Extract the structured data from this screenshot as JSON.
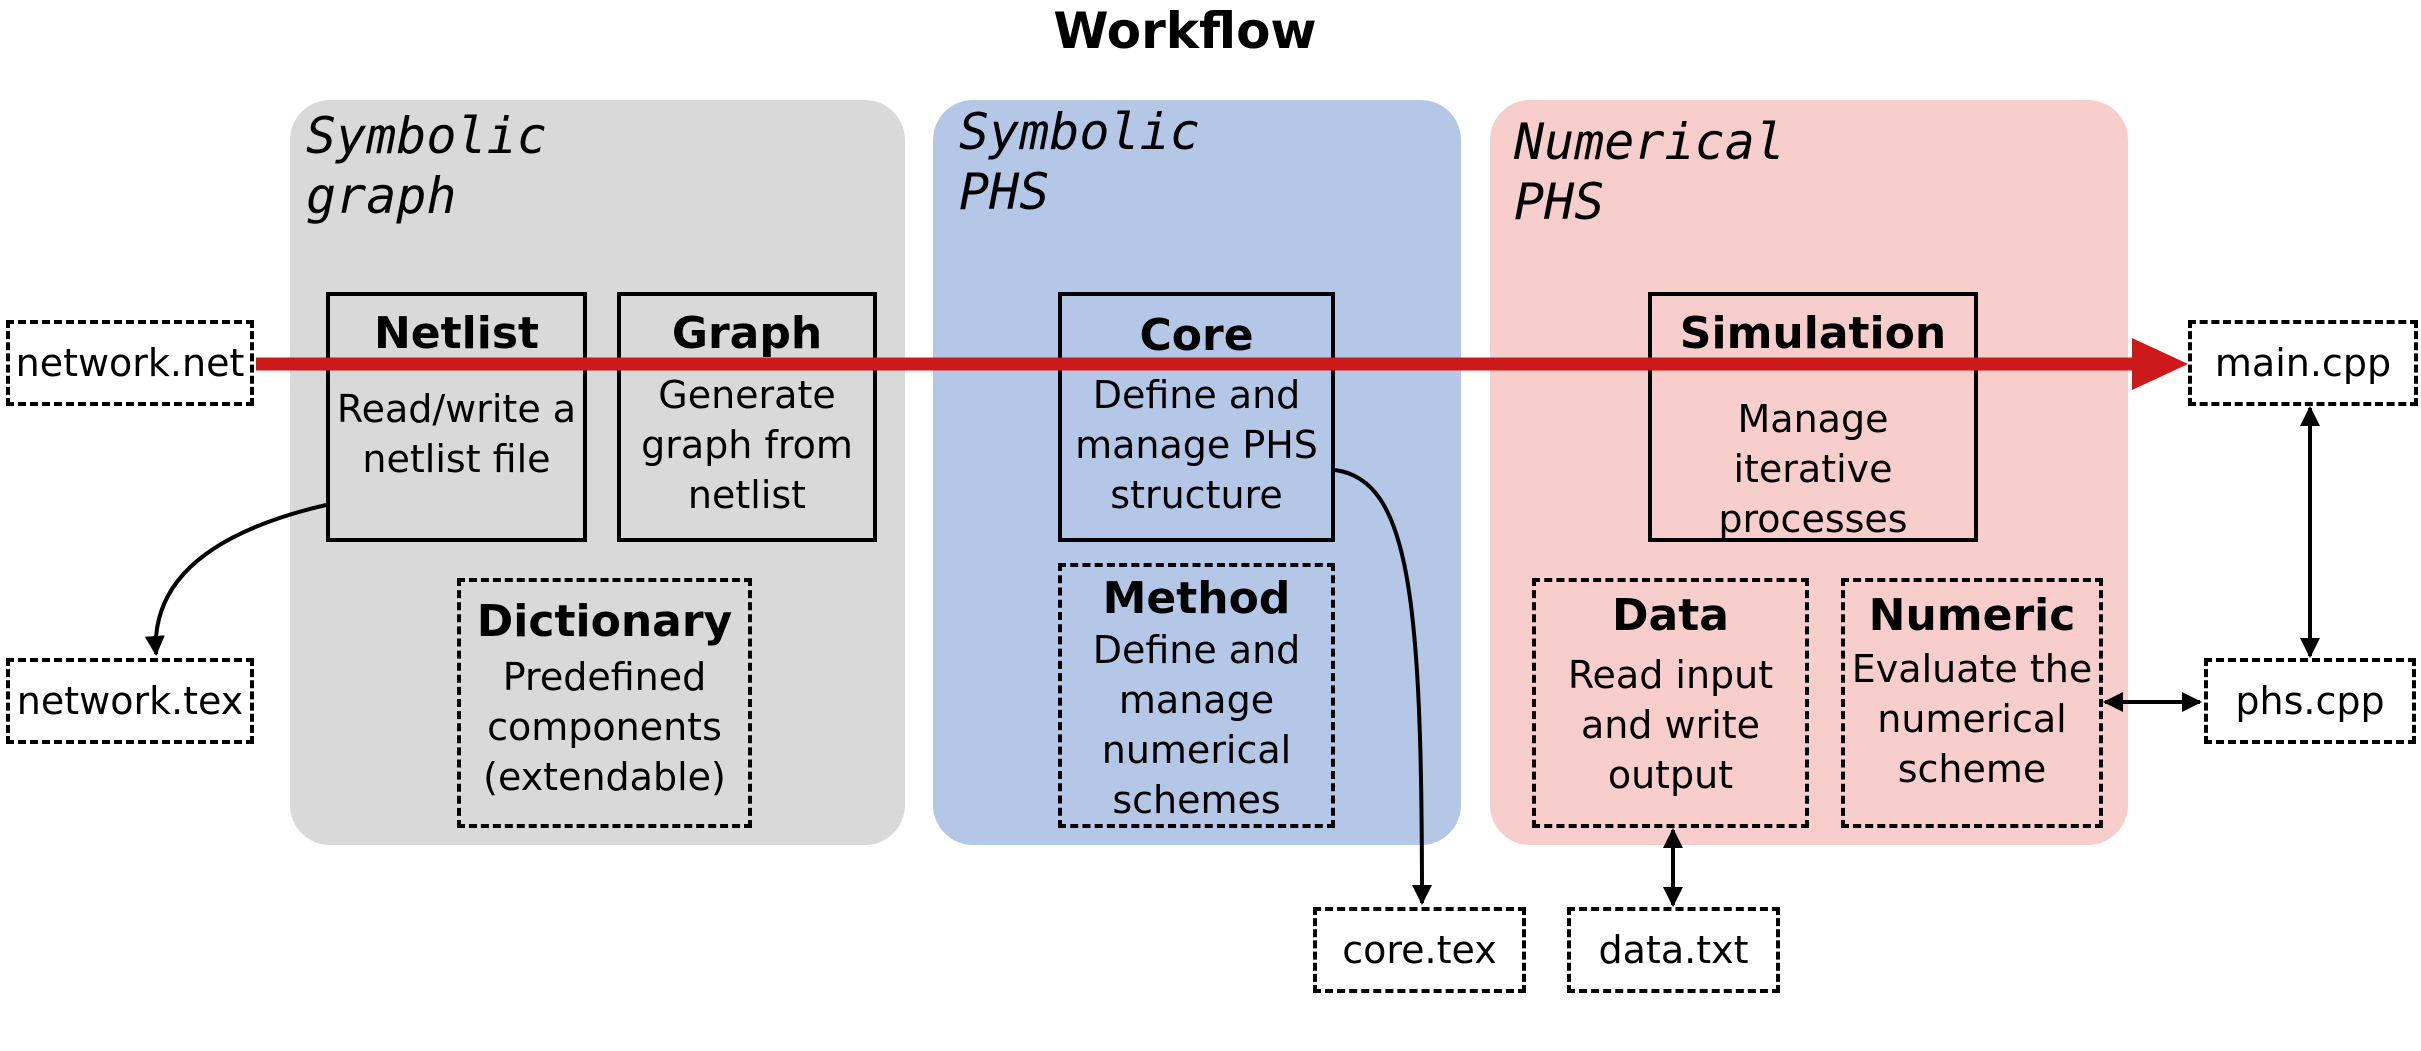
{
  "title": "Workflow",
  "panels": [
    {
      "label_line1": "Symbolic",
      "label_line2": "graph",
      "color": "#d9d9d9"
    },
    {
      "label_line1": "Symbolic",
      "label_line2": "PHS",
      "color": "#b4c7e7"
    },
    {
      "label_line1": "Numerical",
      "label_line2": "PHS",
      "color": "#f8cecc"
    }
  ],
  "modules": {
    "netlist": {
      "title": "Netlist",
      "desc": [
        "Read/write a",
        "netlist file"
      ]
    },
    "graph": {
      "title": "Graph",
      "desc": [
        "Generate",
        "graph from",
        "netlist"
      ]
    },
    "dictionary": {
      "title": "Dictionary",
      "desc": [
        "Predefined",
        "components",
        "(extendable)"
      ]
    },
    "core": {
      "title": "Core",
      "desc": [
        "Define and",
        "manage PHS",
        "structure"
      ]
    },
    "method": {
      "title": "Method",
      "desc": [
        "Define and",
        "manage",
        "numerical",
        "schemes"
      ]
    },
    "simulation": {
      "title": "Simulation",
      "desc": [
        "Manage iterative",
        "processes"
      ]
    },
    "data": {
      "title": "Data",
      "desc": [
        "Read input",
        "and write",
        "output"
      ]
    },
    "numeric": {
      "title": "Numeric",
      "desc": [
        "Evaluate the",
        "numerical",
        "scheme"
      ]
    }
  },
  "files": {
    "network_net": "network.net",
    "network_tex": "network.tex",
    "main_cpp": "main.cpp",
    "phs_cpp": "phs.cpp",
    "core_tex": "core.tex",
    "data_txt": "data.txt"
  },
  "colors": {
    "main_flow": "#cc1a1a",
    "links": "#000000"
  }
}
